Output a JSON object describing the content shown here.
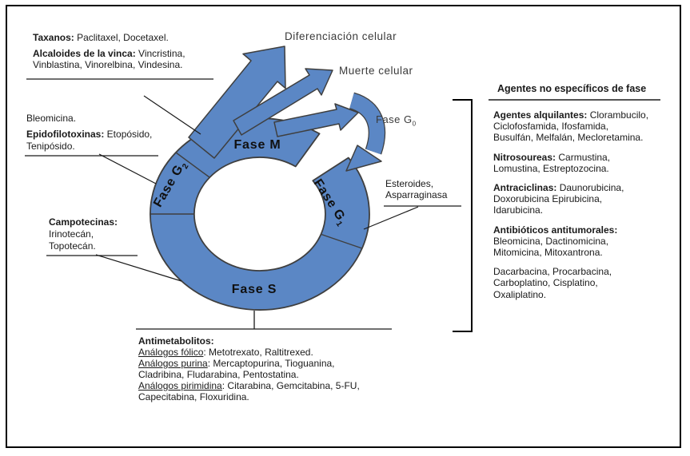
{
  "colors": {
    "ring_blue": "#5b87c5",
    "shape_outline": "#3f3f3f",
    "line_black": "#1a1a1a"
  },
  "cycle": {
    "phase_m": "Fase M",
    "phase_s": "Fase S",
    "phase_g2": {
      "base": "Fase G",
      "sub": "2"
    },
    "phase_g1": {
      "base": "Fase G",
      "sub": "1"
    }
  },
  "arrow_labels": {
    "diferenciacion": "Diferenciación celular",
    "muerte": "Muerte celular",
    "fase_g0": {
      "base": "Fase G",
      "sub": "0"
    }
  },
  "box_taxanos": {
    "lines": [
      {
        "b": "Taxanos:",
        "r": " Paclitaxel, Docetaxel."
      },
      {
        "b": "Alcaloides de la vinca:",
        "r": " Vincristina,"
      },
      {
        "b": "",
        "r": "Vinblastina, Vinorelbina, Vindesina."
      }
    ]
  },
  "box_bleomicina": {
    "lines": [
      {
        "b": "",
        "r": "Bleomicina."
      },
      {
        "b": "Epidofilotoxinas:",
        "r": " Etopósido,"
      },
      {
        "b": "",
        "r": "Tenipósido."
      }
    ]
  },
  "box_campotecinas": {
    "lines": [
      {
        "b": "Campotecinas:",
        "r": ""
      },
      {
        "b": "",
        "r": "Irinotecán,"
      },
      {
        "b": "",
        "r": "Topotecán."
      }
    ]
  },
  "box_esteroides": {
    "lines": [
      {
        "b": "",
        "r": "Esteroides,"
      },
      {
        "b": "",
        "r": "Asparraginasa"
      }
    ]
  },
  "right_panel": {
    "title": "Agentes no específicos de fase",
    "groups": [
      {
        "lines": [
          {
            "b": "Agentes alquilantes:",
            "r": " Clorambucilo,"
          },
          {
            "b": "",
            "r": "Ciclofosfamida, Ifosfamida,"
          },
          {
            "b": "",
            "r": "Busulfán, Melfalán, Mecloretamina."
          }
        ]
      },
      {
        "lines": [
          {
            "b": "Nitrosoureas:",
            "r": " Carmustina,"
          },
          {
            "b": "",
            "r": "Lomustina, Estreptozocina."
          }
        ]
      },
      {
        "lines": [
          {
            "b": "Antraciclinas:",
            "r": " Daunorubicina,"
          },
          {
            "b": "",
            "r": "Doxorubicina  Epirubicina,"
          },
          {
            "b": "",
            "r": "Idarubicina."
          }
        ]
      },
      {
        "lines": [
          {
            "b": "Antibióticos antitumorales:",
            "r": ""
          },
          {
            "b": "",
            "r": "Bleomicina, Dactinomicina,"
          },
          {
            "b": "",
            "r": "Mitomicina, Mitoxantrona."
          }
        ]
      },
      {
        "lines": [
          {
            "b": "",
            "r": "Dacarbacina, Procarbacina,"
          },
          {
            "b": "",
            "r": "Carboplatino, Cisplatino,"
          },
          {
            "b": "",
            "r": "Oxaliplatino."
          }
        ]
      }
    ]
  },
  "box_antimetabolitos": {
    "lines": [
      {
        "b": "Antimetabolitos:",
        "u": "",
        "r": ""
      },
      {
        "b": "",
        "u": "Análogos fólico",
        "r": ": Metotrexato, Raltitrexed."
      },
      {
        "b": "",
        "u": "Análogos purina",
        "r": ": Mercaptopurina, Tioguanina,"
      },
      {
        "b": "",
        "u": "",
        "r": "Cladribina, Fludarabina, Pentostatina."
      },
      {
        "b": "",
        "u": "Análogos pirimidina",
        "r": ": Citarabina, Gemcitabina, 5-FU,"
      },
      {
        "b": "",
        "u": "",
        "r": "Capecitabina, Floxuridina."
      }
    ]
  }
}
